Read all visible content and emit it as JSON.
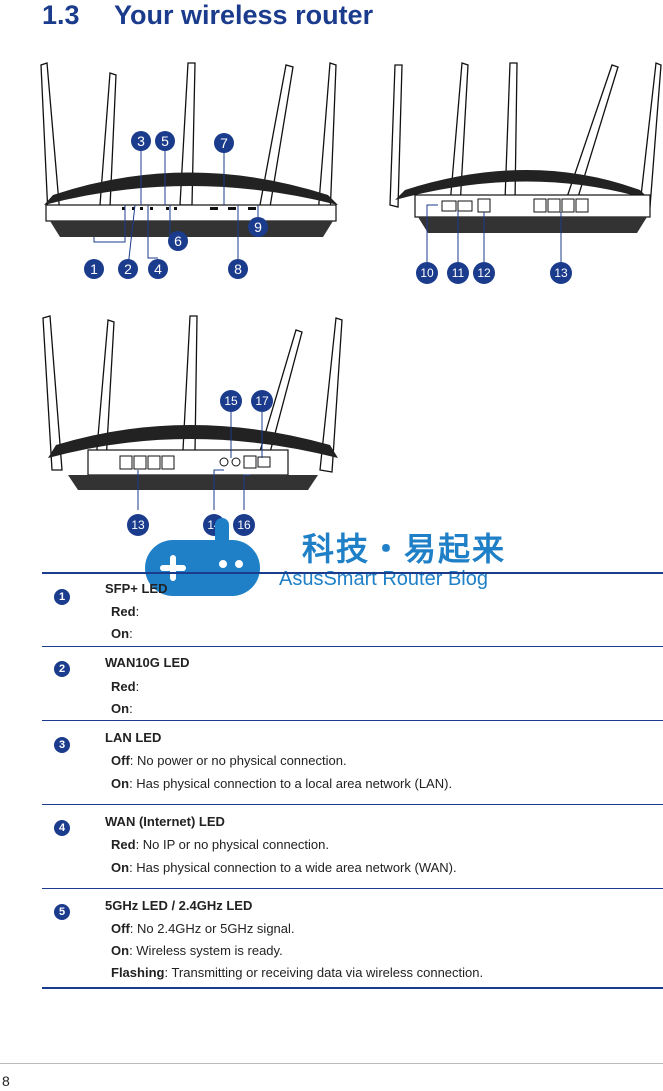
{
  "section": {
    "number": "1.3",
    "title": "Your wireless router"
  },
  "figure_callouts": {
    "front": [
      "1",
      "2",
      "3",
      "4",
      "5",
      "6",
      "7",
      "8",
      "9"
    ],
    "back": [
      "10",
      "11",
      "12",
      "13"
    ],
    "side": [
      "13",
      "14",
      "15",
      "16",
      "17"
    ]
  },
  "watermark": {
    "title": "科技・易起来",
    "subtitle": "AsusSmart Router Blog"
  },
  "rows": [
    {
      "badge": "1",
      "title": "SFP+ LED",
      "lines": [
        {
          "label": "Red",
          "text": ":"
        },
        {
          "label": "On",
          "text": ":"
        }
      ]
    },
    {
      "badge": "2",
      "title": "WAN10G LED",
      "lines": [
        {
          "label": "Red",
          "text": ":"
        },
        {
          "label": "On",
          "text": ":"
        }
      ]
    },
    {
      "badge": "3",
      "title": "LAN LED",
      "lines": [
        {
          "label": "Off",
          "text": ": No power or no physical connection."
        },
        {
          "label": "On",
          "text": ": Has physical connection to a local area network (LAN)."
        }
      ]
    },
    {
      "badge": "4",
      "title": "WAN (Internet) LED",
      "lines": [
        {
          "label": "Red",
          "text": ": No IP or no physical connection."
        },
        {
          "label": "On",
          "text": ": Has physical connection to a wide area network (WAN)."
        }
      ]
    },
    {
      "badge": "5",
      "title": "5GHz LED / 2.4GHz LED",
      "lines": [
        {
          "label": "Off",
          "text": ": No 2.4GHz or 5GHz signal."
        },
        {
          "label": "On",
          "text": ": Wireless system is ready."
        },
        {
          "label": "Flashing",
          "text": ": Transmitting or receiving data via wireless connection."
        }
      ]
    }
  ],
  "colors": {
    "accent": "#1b3b8c",
    "watermark": "#1f80c8"
  },
  "page_number": "8"
}
